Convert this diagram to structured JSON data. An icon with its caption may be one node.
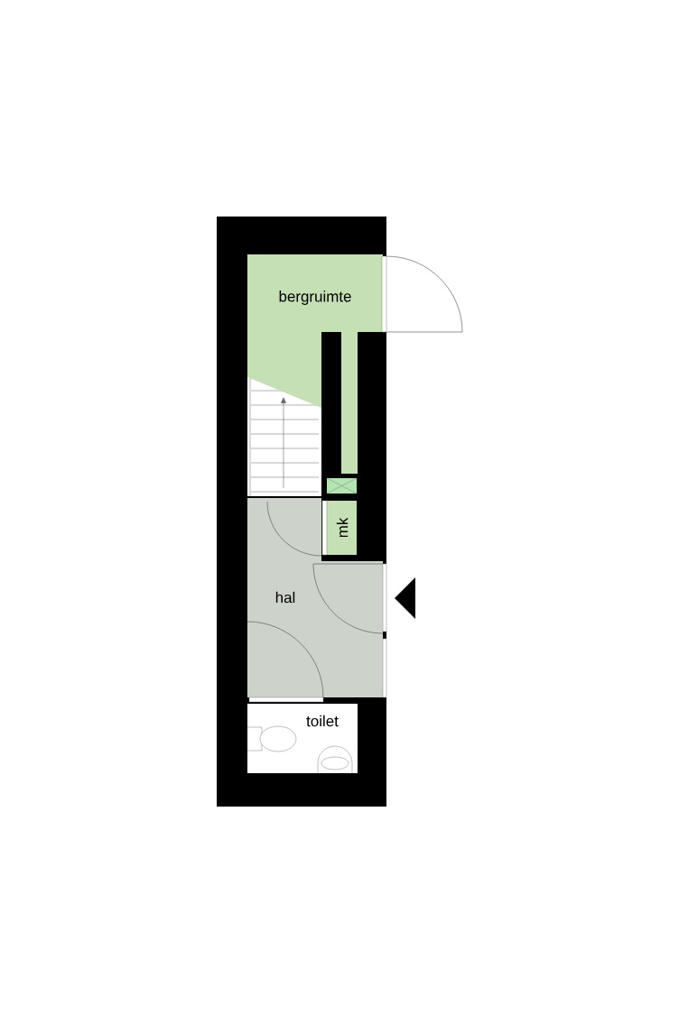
{
  "diagram": {
    "nodes": [
      {
        "text": [
          "bergruimte"
        ]
      },
      {
        "text": [
          "mk"
        ]
      },
      {
        "text": [
          "hal"
        ]
      },
      {
        "text": [
          "toilet"
        ]
      }
    ]
  }
}
